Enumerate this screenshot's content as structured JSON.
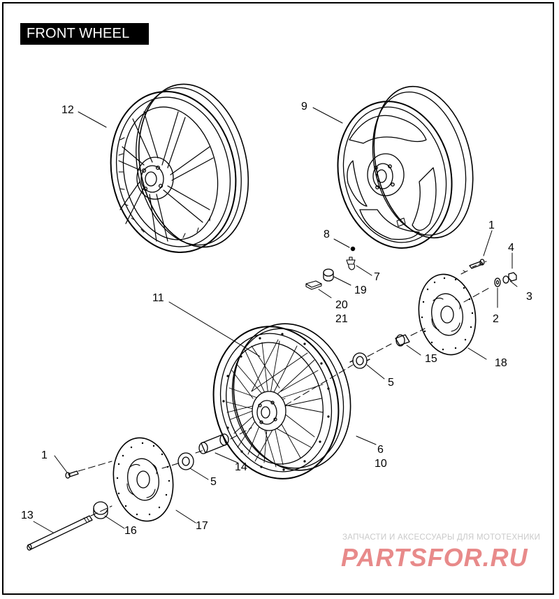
{
  "title": "FRONT WHEEL",
  "callouts": [
    {
      "id": "c12",
      "text": "12"
    },
    {
      "id": "c9",
      "text": "9"
    },
    {
      "id": "c1a",
      "text": "1"
    },
    {
      "id": "c4",
      "text": "4"
    },
    {
      "id": "c3",
      "text": "3"
    },
    {
      "id": "c2",
      "text": "2"
    },
    {
      "id": "c8",
      "text": "8"
    },
    {
      "id": "c7",
      "text": "7"
    },
    {
      "id": "c19",
      "text": "19"
    },
    {
      "id": "c20",
      "text": "20"
    },
    {
      "id": "c21",
      "text": "21"
    },
    {
      "id": "c11",
      "text": "11"
    },
    {
      "id": "c15",
      "text": "15"
    },
    {
      "id": "c18",
      "text": "18"
    },
    {
      "id": "c5a",
      "text": "5"
    },
    {
      "id": "c6",
      "text": "6"
    },
    {
      "id": "c10",
      "text": "10"
    },
    {
      "id": "c14",
      "text": "14"
    },
    {
      "id": "c5b",
      "text": "5"
    },
    {
      "id": "c1b",
      "text": "1"
    },
    {
      "id": "c13",
      "text": "13"
    },
    {
      "id": "c16",
      "text": "16"
    },
    {
      "id": "c17",
      "text": "17"
    }
  ],
  "watermark": {
    "tagline": "ЗАПЧАСТИ И АКСЕССУАРЫ ДЛЯ МОТОТЕХНИКИ",
    "logo_text": "PARTSFOR.RU",
    "color": "#e88a8a"
  }
}
